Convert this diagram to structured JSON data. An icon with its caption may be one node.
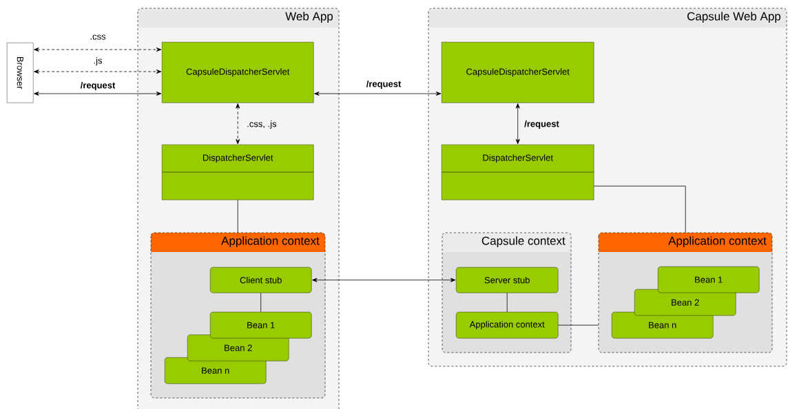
{
  "diagram": {
    "nodes": [
      {
        "text": [
          "Web App"
        ]
      },
      {
        "text": [
          "Browser"
        ]
      },
      {
        "text": [
          "CapsuleDispatcherServlet"
        ],
        "in": 0
      },
      {
        "text": [
          "DispatcherServlet"
        ],
        "in": 0
      },
      {
        "text": [],
        "shape": "box",
        "in": 0
      },
      {
        "text": [
          "Application context"
        ],
        "in": 0
      },
      {
        "text": [
          "Client stub"
        ],
        "in": 5
      },
      {
        "text": [
          "Bean 1"
        ],
        "in": 5
      },
      {
        "text": [
          "Bean 2"
        ],
        "in": 5
      },
      {
        "text": [
          "Bean n"
        ],
        "in": 5
      },
      {
        "text": [
          "Capsule Web App"
        ]
      },
      {
        "text": [
          "CapsuleDispatcherServlet"
        ],
        "in": 10
      },
      {
        "text": [
          "DispatcherServlet"
        ],
        "in": 10
      },
      {
        "text": [],
        "shape": "box",
        "in": 10
      },
      {
        "text": [
          "Capsule context"
        ],
        "in": 10
      },
      {
        "text": [
          "Server stub"
        ],
        "in": 14
      },
      {
        "text": [
          "Application context"
        ],
        "in": 14
      },
      {
        "text": [
          "Application context"
        ],
        "in": 10
      },
      {
        "text": [
          "Bean 1"
        ],
        "in": 17
      },
      {
        "text": [
          "Bean 2"
        ],
        "in": 17
      },
      {
        "text": [
          "Bean n"
        ],
        "in": 17
      }
    ],
    "edges": [
      {
        "from": 1,
        "to": 2,
        "arrow": "both",
        "label": ".css",
        "style": "dashed"
      },
      {
        "from": 1,
        "to": 2,
        "arrow": "both",
        "label": ".js",
        "style": "dashed"
      },
      {
        "from": 1,
        "to": 2,
        "arrow": "both",
        "label": "/request"
      },
      {
        "from": 2,
        "to": 3,
        "arrow": "both",
        "label": ".css, .js",
        "style": "dashed"
      },
      {
        "from": 2,
        "to": 11,
        "arrow": "both",
        "label": "/request"
      },
      {
        "from": 11,
        "to": 12,
        "arrow": "both",
        "label": "/request"
      },
      {
        "from": 4,
        "to": 5,
        "arrow": "none"
      },
      {
        "from": 6,
        "to": 7,
        "arrow": "none"
      },
      {
        "from": 6,
        "to": 15,
        "arrow": "both"
      },
      {
        "from": 15,
        "to": 16,
        "arrow": "none"
      },
      {
        "from": 16,
        "to": 17,
        "arrow": "none"
      },
      {
        "from": 13,
        "to": 17,
        "arrow": "none"
      }
    ]
  }
}
